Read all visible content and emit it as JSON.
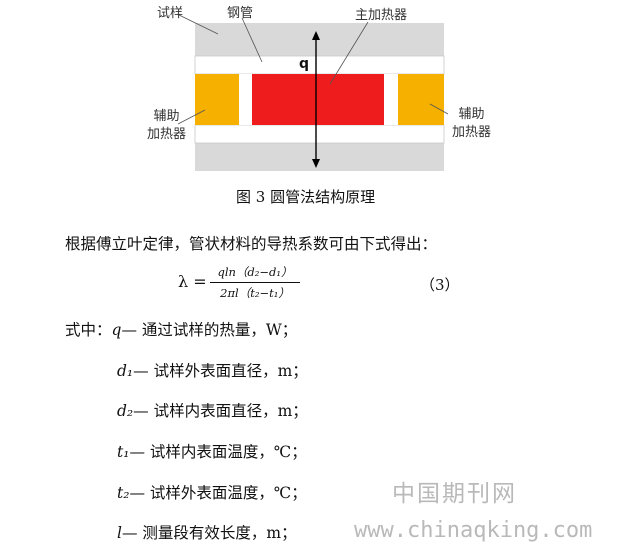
{
  "diagram": {
    "label_sample": "试样",
    "label_pipe": "钢管",
    "label_main_heater": "主加热器",
    "label_q": "q",
    "label_aux_left": [
      "辅助",
      "加热器"
    ],
    "label_aux_right": [
      "辅助",
      "加热器"
    ],
    "colors": {
      "sample": "#d9d9d9",
      "pipe": "#ffffff",
      "main_heater": "#ee1c1c",
      "aux_heater": "#f5b000"
    }
  },
  "caption": "图 3 圆管法结构原理",
  "paragraph": "根据傅立叶定律，管状材料的导热系数可由下式得出：",
  "formula": {
    "lambda": "λ =",
    "numerator": "qln（d₂−d₁）",
    "denominator": "2πl（t₂−t₁）",
    "number": "（3）"
  },
  "definitions_prefix": "式中：",
  "definitions": [
    {
      "symbol": "q",
      "text": "— 通过试样的热量，W；"
    },
    {
      "symbol": "d₁",
      "text": "— 试样外表面直径，m；"
    },
    {
      "symbol": "d₂",
      "text": "— 试样内表面直径，m；"
    },
    {
      "symbol": "t₁",
      "text": "— 试样内表面温度，℃；"
    },
    {
      "symbol": "t₂",
      "text": "— 试样外表面温度，℃；"
    },
    {
      "symbol": "l",
      "text": "— 测量段有效长度，m；"
    }
  ],
  "watermark": {
    "cn": "中国期刊网",
    "url": "www.chinaqking.com"
  }
}
